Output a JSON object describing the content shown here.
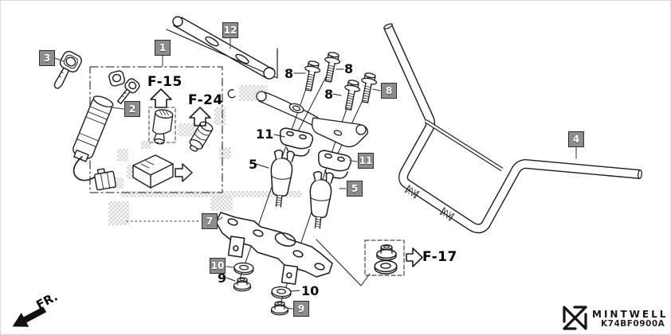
{
  "diagram": {
    "type": "exploded-parts-diagram",
    "part_badges": {
      "b1": "1",
      "b2": "2",
      "b3": "3",
      "b4": "4",
      "b5": "5",
      "b7": "7",
      "b8": "8",
      "b9": "9",
      "b10": "10",
      "b11": "11",
      "b12": "12"
    },
    "part_labels": {
      "bolt_a": "8",
      "bolt_b": "8",
      "bolt_c": "8",
      "clamp": "11",
      "holder": "5",
      "nut": "9",
      "washer": "10"
    },
    "refs": {
      "f15": "F-15",
      "f24": "F-24",
      "f17": "F-17"
    },
    "front_marker": "FR.",
    "icons": [
      "f15-up-arrow-icon",
      "f24-up-arrow-icon",
      "f17-right-arrow-icon",
      "assembly-right-arrow-icon",
      "front-direction-arrow-icon",
      "brand-logo-icon"
    ]
  },
  "footer": {
    "brand": "MINTWELL",
    "code": "K74BF0900A"
  },
  "colors": {
    "badge_bg": "#8d8d8d",
    "badge_border": "#2e2e2e",
    "badge_text": "#ffffff",
    "line": "#1c1c1c",
    "halftone": "#a9b4b2",
    "frame": "#d8d8d8"
  }
}
